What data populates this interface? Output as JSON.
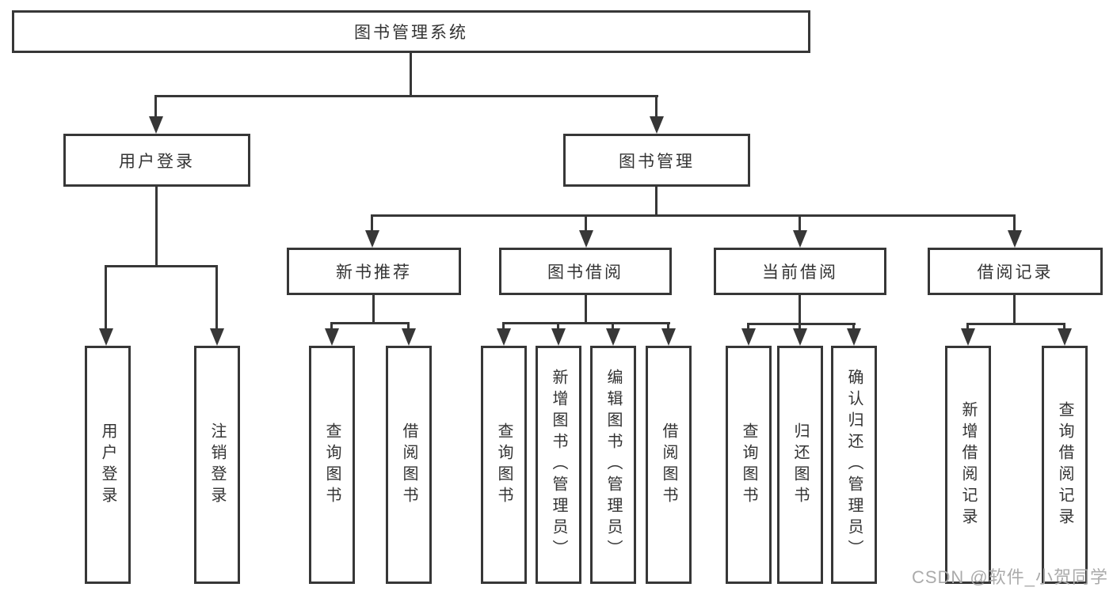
{
  "nodes": {
    "root": "图书管理系统",
    "userLogin": "用户登录",
    "bookMgmt": "图书管理",
    "newBookRec": "新书推荐",
    "bookBorrow": "图书借阅",
    "currentBorrow": "当前借阅",
    "borrowRecords": "借阅记录",
    "leafUserLogin": "用户登录",
    "leafLogout": "注销登录",
    "leafNbQuery": "查询图书",
    "leafNbBorrow": "借阅图书",
    "leafBbQuery": "查询图书",
    "leafBbAdd": "新增图书（管理员）",
    "leafBbEdit": "编辑图书（管理员）",
    "leafBbBorrow": "借阅图书",
    "leafCbQuery": "查询图书",
    "leafCbReturn": "归还图书",
    "leafCbConfirm": "确认归还（管理员）",
    "leafBrAdd": "新增借阅记录",
    "leafBrQuery": "查询借阅记录"
  },
  "watermark": "CSDN @软件_小贺同学",
  "colors": {
    "line": "#373737",
    "text": "#333333",
    "watermark": "#ababab",
    "background": "#ffffff"
  }
}
